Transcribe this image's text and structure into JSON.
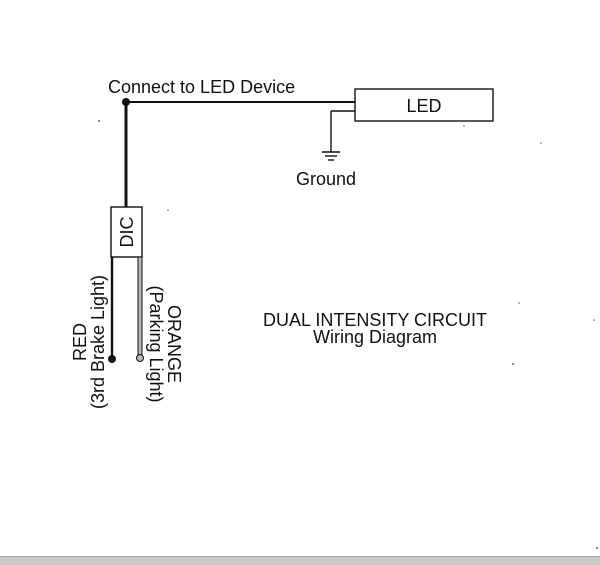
{
  "diagram": {
    "connect_label": "Connect to LED Device",
    "led_label": "LED",
    "ground_label": "Ground",
    "dic_label": "DIC",
    "red_wire": {
      "line1": "RED",
      "line2": "(3rd Brake Light)"
    },
    "orange_wire": {
      "line1": "ORANGE",
      "line2": "(Parking Light)"
    },
    "title": {
      "line1": "DUAL INTENSITY CIRCUIT",
      "line2": "Wiring Diagram"
    }
  },
  "colors": {
    "ink": "#111111",
    "background": "#ffffff",
    "orange_wire_fill": "#b8b8b8"
  }
}
